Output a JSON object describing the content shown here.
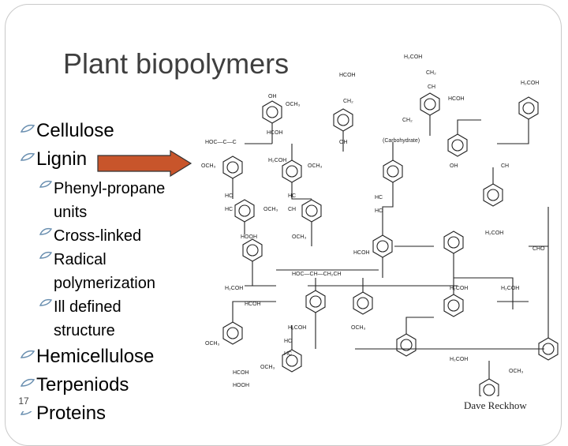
{
  "slide": {
    "title": "Plant biopolymers",
    "number": "17",
    "credit": "Dave Reckhow"
  },
  "bullets": {
    "level1": [
      "Cellulose",
      "Lignin",
      "Hemicellulose",
      "Terpeniods",
      "Proteins"
    ],
    "lignin_sub": [
      {
        "line1": "Phenyl-propane",
        "line2": "units"
      },
      {
        "line1": "Cross-linked",
        "line2": ""
      },
      {
        "line1": "Radical",
        "line2": "polymerization"
      },
      {
        "line1": "Ill defined",
        "line2": "structure"
      }
    ]
  },
  "structure_labels": {
    "ch2oh": "H₂COH",
    "ch": "CH",
    "ch2": "CH₂",
    "och3": "OCH₃",
    "oh": "OH",
    "hc": "HC",
    "hcoh": "HCOH",
    "hooh": "HOOH",
    "carbo": "(Carbohydrate)",
    "hco": "HOC—C—C",
    "cho": "CHO",
    "ochain": "HOC—CH—CH₂CH"
  },
  "colors": {
    "accent_arrow": "#c8552b",
    "bullet_icon": "#6a8fb0",
    "title": "#3f3f3f",
    "frame": "#c9c9c9"
  },
  "icons": [
    "leaf-bullet-icon",
    "right-arrow-icon"
  ]
}
